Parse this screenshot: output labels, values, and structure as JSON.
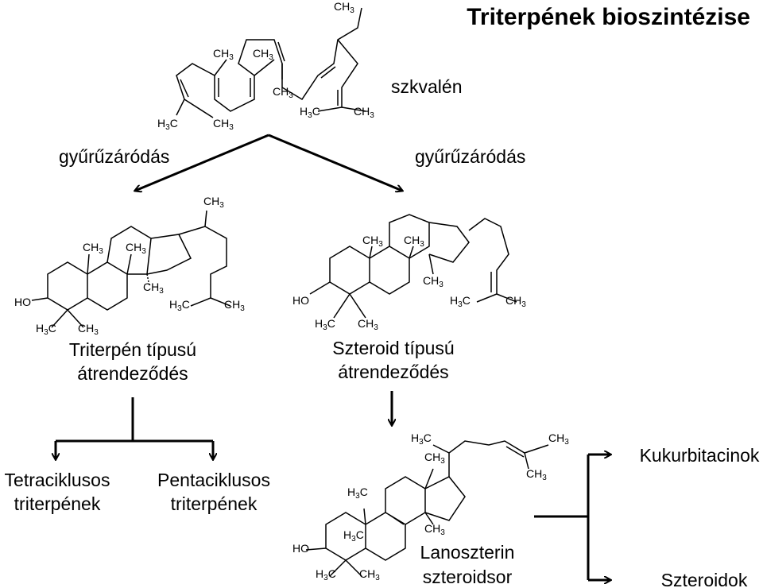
{
  "title": "Triterpének bioszintézise",
  "squalene_label": "szkvalén",
  "cyclization_left": "gyűrűzáródás",
  "cyclization_right": "gyűrűzáródás",
  "triterpene_rearr_line1": "Triterpén típusú",
  "triterpene_rearr_line2": "átrendeződés",
  "steroid_rearr_line1": "Szteroid típusú",
  "steroid_rearr_line2": "átrendeződés",
  "tetracyclic_line1": "Tetraciklusos",
  "tetracyclic_line2": "triterpének",
  "pentacyclic_line1": "Pentaciklusos",
  "pentacyclic_line2": "triterpének",
  "lanosterol_line1": "Lanoszterin",
  "lanosterol_line2": "szteroidsor",
  "cucurbitacins": "Kukurbitacinok",
  "steroids": "Szteroidok",
  "chem": {
    "ch": "CH",
    "hc": "H",
    "c": "C",
    "three": "3",
    "ho": "HO"
  }
}
